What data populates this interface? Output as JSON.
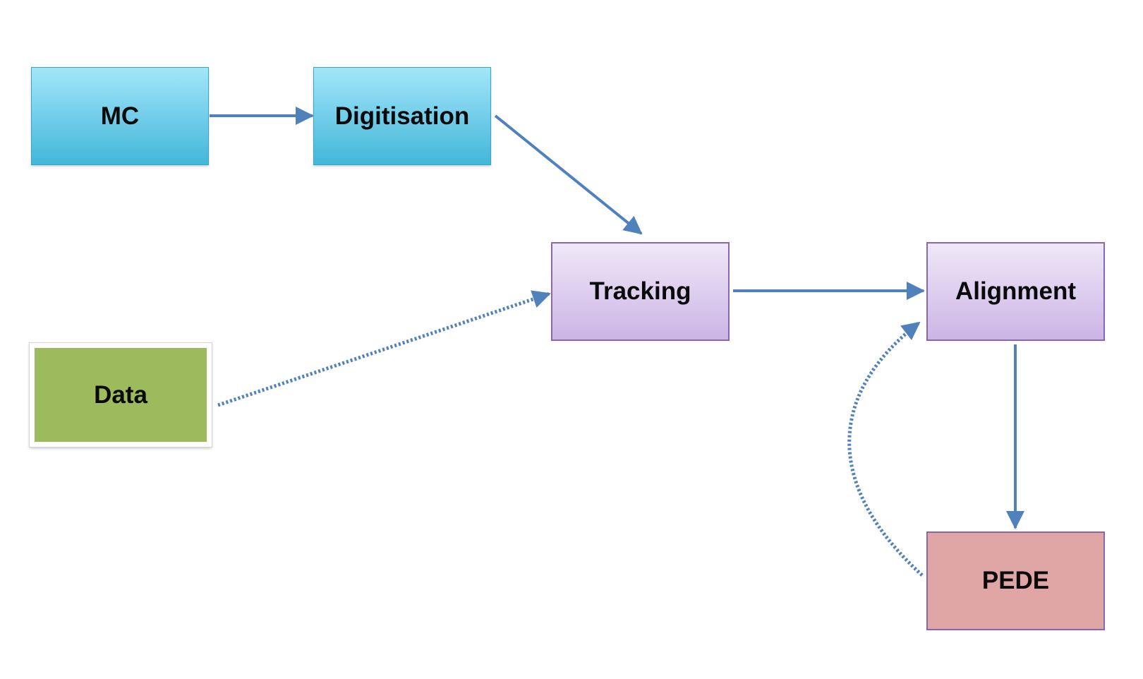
{
  "nodes": {
    "mc": "MC",
    "digitisation": "Digitisation",
    "tracking": "Tracking",
    "alignment": "Alignment",
    "data": "Data",
    "pede": "PEDE"
  },
  "edges": [
    {
      "from": "MC",
      "to": "Digitisation",
      "style": "solid"
    },
    {
      "from": "Digitisation",
      "to": "Tracking",
      "style": "solid"
    },
    {
      "from": "Data",
      "to": "Tracking",
      "style": "dotted"
    },
    {
      "from": "Tracking",
      "to": "Alignment",
      "style": "solid"
    },
    {
      "from": "Alignment",
      "to": "PEDE",
      "style": "solid"
    },
    {
      "from": "PEDE",
      "to": "Alignment",
      "style": "dotted"
    }
  ],
  "colors": {
    "arrow": "#4f81bd",
    "mc_digitisation_fill": "#5bc4e6",
    "tracking_alignment_fill": "#ddd0ef",
    "data_fill": "#9dbb5c",
    "pede_fill": "#dfa6a5"
  }
}
